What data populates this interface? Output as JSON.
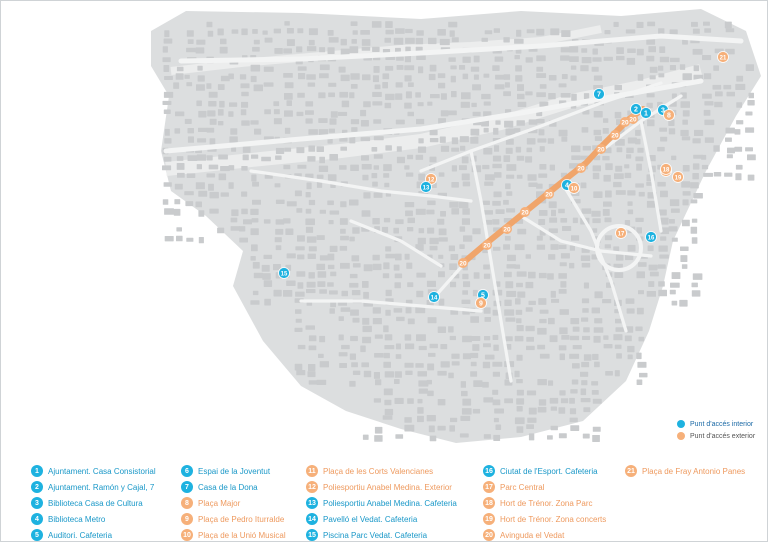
{
  "colors": {
    "interior": "#1eb2e0",
    "exterior": "#f6b07a",
    "interior_text": "#1a98c8",
    "exterior_text": "#ee9a5f",
    "land": "#dcdedf",
    "block": "#c9cbcd",
    "street": "#f3f4f4",
    "park_line": "#f0a56b"
  },
  "map_key": {
    "interior": "Punt d'accés interior",
    "exterior": "Punt d'accés exterior"
  },
  "map_markers": [
    {
      "num": "7",
      "type": "interior"
    },
    {
      "num": "2",
      "type": "interior"
    },
    {
      "num": "1",
      "type": "interior"
    },
    {
      "num": "3",
      "type": "interior"
    },
    {
      "num": "8",
      "type": "exterior"
    },
    {
      "num": "21",
      "type": "exterior"
    },
    {
      "num": "12",
      "type": "exterior"
    },
    {
      "num": "13",
      "type": "interior"
    },
    {
      "num": "11",
      "type": "exterior"
    },
    {
      "num": "4",
      "type": "interior"
    },
    {
      "num": "10",
      "type": "exterior"
    },
    {
      "num": "18",
      "type": "exterior"
    },
    {
      "num": "19",
      "type": "exterior"
    },
    {
      "num": "17",
      "type": "exterior"
    },
    {
      "num": "16",
      "type": "interior"
    },
    {
      "num": "15",
      "type": "interior"
    },
    {
      "num": "14",
      "type": "interior"
    },
    {
      "num": "5",
      "type": "interior"
    },
    {
      "num": "9",
      "type": "exterior"
    }
  ],
  "route_label": "20",
  "legend": [
    {
      "num": "1",
      "type": "interior",
      "label": "Ajuntament. Casa Consistorial"
    },
    {
      "num": "2",
      "type": "interior",
      "label": "Ajuntament. Ramón y Cajal, 7"
    },
    {
      "num": "3",
      "type": "interior",
      "label": "Biblioteca Casa de Cultura"
    },
    {
      "num": "4",
      "type": "interior",
      "label": "Biblioteca Metro"
    },
    {
      "num": "5",
      "type": "interior",
      "label": "Auditori. Cafeteria"
    },
    {
      "num": "6",
      "type": "interior",
      "label": "Espai de la Joventut"
    },
    {
      "num": "7",
      "type": "interior",
      "label": "Casa de la Dona"
    },
    {
      "num": "8",
      "type": "exterior",
      "label": "Plaça Major"
    },
    {
      "num": "9",
      "type": "exterior",
      "label": "Plaça de Pedro Iturralde"
    },
    {
      "num": "10",
      "type": "exterior",
      "label": "Plaça de la Unió Musical"
    },
    {
      "num": "11",
      "type": "exterior",
      "label": "Plaça de les Corts Valencianes"
    },
    {
      "num": "12",
      "type": "exterior",
      "label": "Poliesportiu Anabel Medina. Exterior"
    },
    {
      "num": "13",
      "type": "interior",
      "label": "Poliesportiu Anabel Medina. Cafeteria"
    },
    {
      "num": "14",
      "type": "interior",
      "label": "Pavelló el Vedat. Cafeteria"
    },
    {
      "num": "15",
      "type": "interior",
      "label": "Piscina Parc Vedat. Cafeteria"
    },
    {
      "num": "16",
      "type": "interior",
      "label": "Ciutat de l'Esport. Cafeteria"
    },
    {
      "num": "17",
      "type": "exterior",
      "label": "Parc Central"
    },
    {
      "num": "18",
      "type": "exterior",
      "label": "Hort de Trénor. Zona Parc"
    },
    {
      "num": "19",
      "type": "exterior",
      "label": "Hort de Trénor. Zona concerts"
    },
    {
      "num": "20",
      "type": "exterior",
      "label": "Avinguda el Vedat"
    },
    {
      "num": "21",
      "type": "exterior",
      "label": "Plaça de Fray Antonio Panes"
    }
  ]
}
